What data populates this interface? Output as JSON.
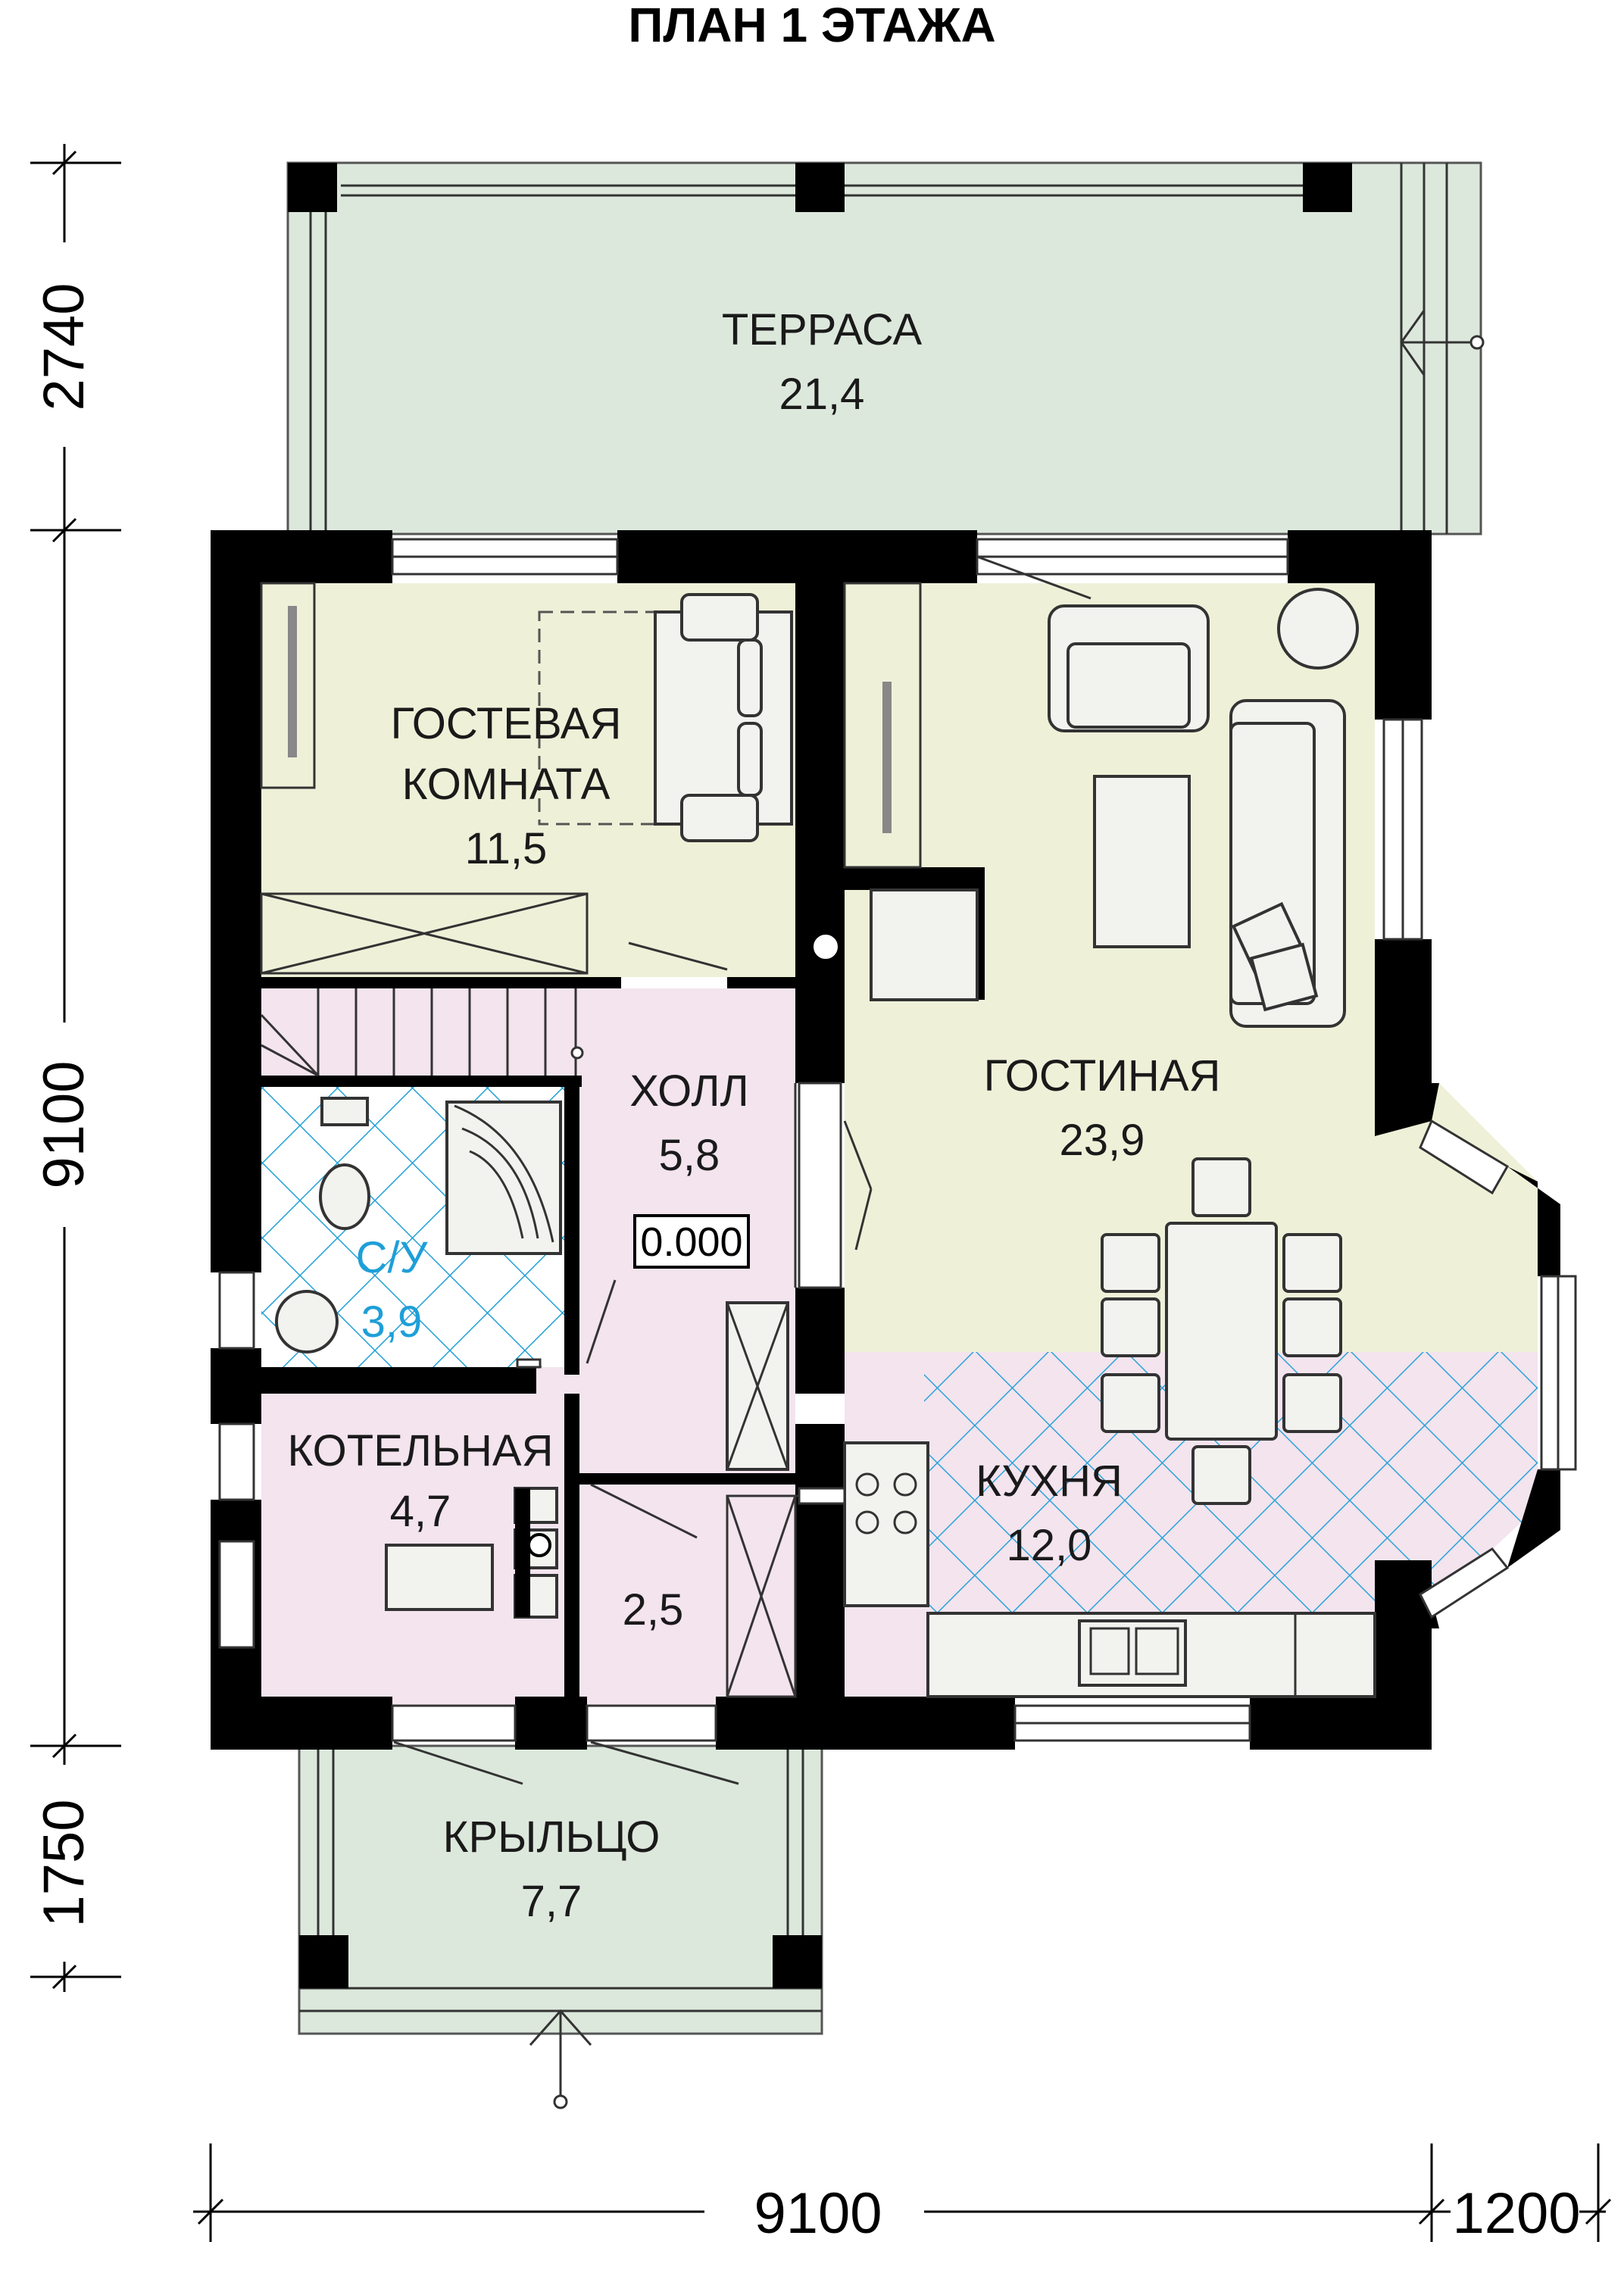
{
  "title": "ПЛАН 1 ЭТАЖА",
  "colors": {
    "terrace": "#dde8dd",
    "living": "#eef1d8",
    "pink": "#f3e4ee",
    "tile": "#1e9fd8",
    "wall": "#000000"
  },
  "rooms": [
    {
      "id": "terrace",
      "name": "ТЕРРАСА",
      "area": "21,4"
    },
    {
      "id": "guest",
      "name_line1": "ГОСТЕВАЯ",
      "name_line2": "КОМНАТА",
      "area": "11,5"
    },
    {
      "id": "living",
      "name": "ГОСТИНАЯ",
      "area": "23,9"
    },
    {
      "id": "hall",
      "name": "ХОЛЛ",
      "area": "5,8"
    },
    {
      "id": "bathroom",
      "name": "С/У",
      "area": "3,9"
    },
    {
      "id": "boiler",
      "name": "КОТЕЛЬНАЯ",
      "area": "4,7"
    },
    {
      "id": "storage",
      "name": "",
      "area": "2,5"
    },
    {
      "id": "kitchen",
      "name": "КУХНЯ",
      "area": "12,0"
    },
    {
      "id": "porch",
      "name": "КРЫЛЬЦО",
      "area": "7,7"
    }
  ],
  "level_mark": "0.000",
  "dimensions": {
    "left_top": "2740",
    "left_middle": "9100",
    "left_bottom": "1750",
    "bottom_main": "9100",
    "bottom_right": "1200"
  }
}
